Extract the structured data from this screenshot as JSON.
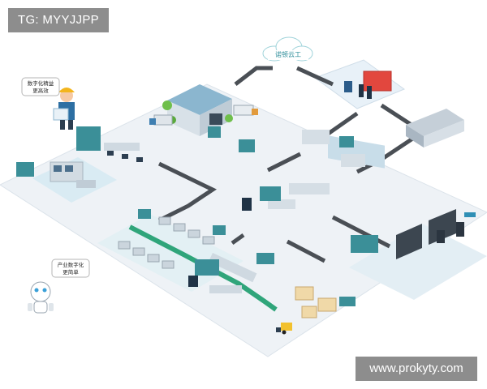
{
  "watermark_top_left": "TG: MYYJJPP",
  "watermark_bottom_right": "www.prokyty.com",
  "cloud_label": "诺顿云工",
  "worker_bubble": [
    "数字化精益",
    "更高效"
  ],
  "robot_bubble": [
    "产业数字化",
    "更简单"
  ],
  "colors": {
    "floor": "#eef2f6",
    "road": "#4a4f55",
    "conveyor": "#2fa57a",
    "sign": "#3b8f98",
    "accent_red": "#e2473e"
  },
  "icons": [
    "cloud-icon",
    "worker-icon",
    "robot-icon",
    "warehouse-icon",
    "office-building-icon",
    "forklift-icon",
    "server-rack-icon",
    "control-console-icon"
  ]
}
